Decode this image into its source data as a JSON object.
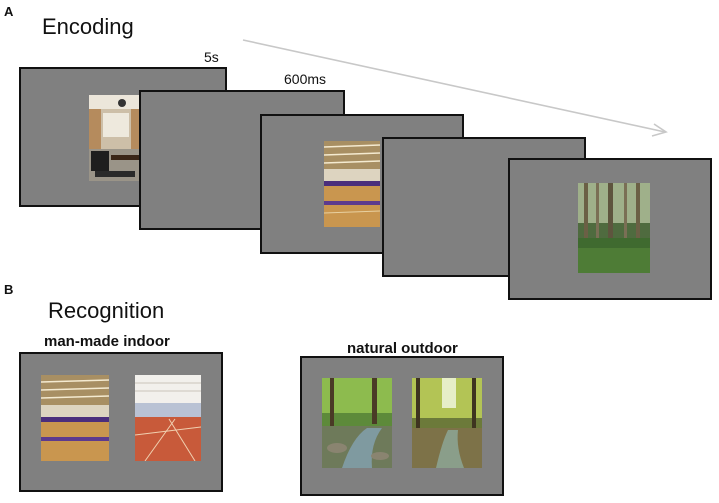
{
  "panel_a": {
    "letter": "A",
    "title": "Encoding",
    "timing_1": "5s",
    "timing_2": "600ms",
    "trial_screens": [
      {
        "content": "image",
        "scene": "conference room"
      },
      {
        "content": "blank"
      },
      {
        "content": "image",
        "scene": "gymnasium"
      },
      {
        "content": "blank"
      },
      {
        "content": "image",
        "scene": "forest"
      }
    ]
  },
  "panel_b": {
    "letter": "B",
    "title": "Recognition",
    "categories": [
      {
        "label": "man-made indoor",
        "images": [
          "gymnasium",
          "gymnasium with red floor"
        ]
      },
      {
        "label": "natural outdoor",
        "images": [
          "forest creek",
          "sunlit forest creek"
        ]
      }
    ]
  },
  "colors": {
    "screen_gray": "#808080",
    "arrow_gray": "#c8c8c8"
  }
}
